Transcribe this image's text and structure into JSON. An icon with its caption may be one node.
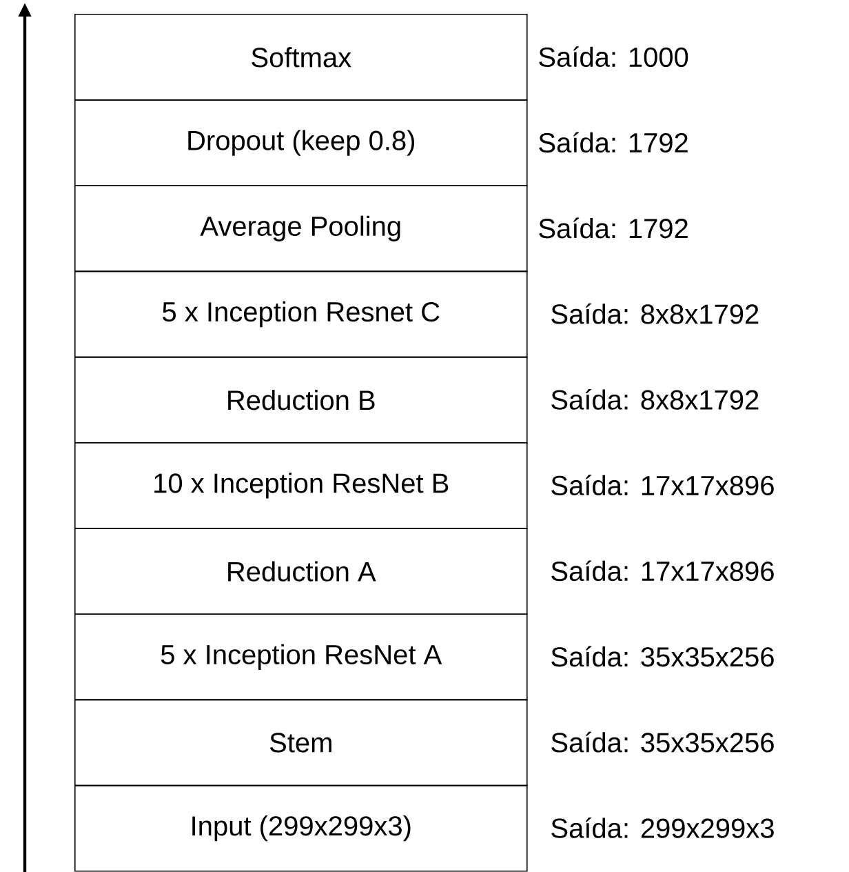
{
  "diagram": {
    "nodes": [
      {
        "text": [
          "Softmax"
        ],
        "beside": [
          "Saída: 1000"
        ]
      },
      {
        "text": [
          "Dropout (keep 0.8)"
        ],
        "beside": [
          "Saída: 1792"
        ]
      },
      {
        "text": [
          "Average Pooling"
        ],
        "beside": [
          "Saída: 1792"
        ]
      },
      {
        "text": [
          "5 x Inception Resnet C"
        ],
        "beside": [
          "Saída: 8x8x1792"
        ]
      },
      {
        "text": [
          "Reduction B"
        ],
        "beside": [
          "Saída: 8x8x1792"
        ]
      },
      {
        "text": [
          "10 x Inception ResNet B"
        ],
        "beside": [
          "Saída: 17x17x896"
        ]
      },
      {
        "text": [
          "Reduction A"
        ],
        "beside": [
          "Saída: 17x17x896"
        ]
      },
      {
        "text": [
          "5 x Inception ResNet A"
        ],
        "beside": [
          "Saída: 35x35x256"
        ]
      },
      {
        "text": [
          "Stem"
        ],
        "beside": [
          "Saída: 35x35x256"
        ]
      },
      {
        "text": [
          "Input (299x299x3)"
        ],
        "beside": [
          "Saída: 299x299x3"
        ]
      }
    ]
  }
}
